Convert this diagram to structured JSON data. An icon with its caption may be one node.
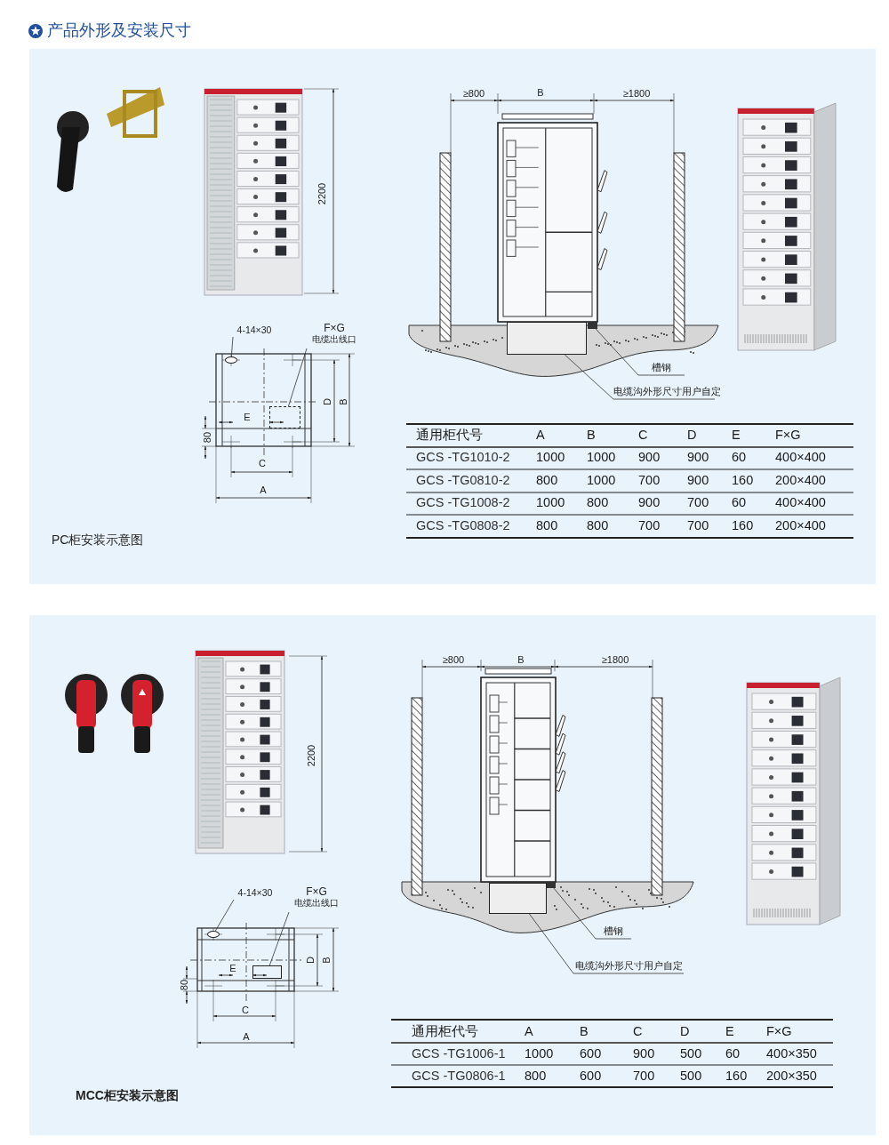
{
  "diagram": {
    "title": "产品外形及安装尺寸",
    "nodes": [
      {
        "text": [
          "4-14×30"
        ]
      },
      {
        "text": [],
        "shape": "circle"
      },
      {
        "text": [
          "F×G",
          "电缆出线口"
        ]
      },
      {
        "text": [],
        "shape": "box"
      },
      {
        "text": [
          "槽钢"
        ]
      },
      {
        "text": [],
        "shape": "bar"
      },
      {
        "text": [
          "电缆沟外形尺寸用户自定"
        ]
      },
      {
        "text": [],
        "shape": "box"
      },
      {
        "text": [
          "4-14×30"
        ]
      },
      {
        "text": [],
        "shape": "circle"
      },
      {
        "text": [
          "F×G",
          "电缆出线口"
        ]
      },
      {
        "text": [],
        "shape": "box"
      },
      {
        "text": [
          "槽钢"
        ]
      },
      {
        "text": [],
        "shape": "bar"
      },
      {
        "text": [
          "电缆沟外形尺寸用户自定"
        ]
      },
      {
        "text": [],
        "shape": "box"
      }
    ],
    "edges": [
      {
        "from": 0,
        "to": 1,
        "arrow": "none"
      },
      {
        "from": 2,
        "to": 3,
        "arrow": "none"
      },
      {
        "from": 4,
        "to": 5,
        "arrow": "none"
      },
      {
        "from": 6,
        "to": 7,
        "arrow": "none"
      },
      {
        "from": 8,
        "to": 9,
        "arrow": "none"
      },
      {
        "from": 10,
        "to": 11,
        "arrow": "none"
      },
      {
        "from": 12,
        "to": 13,
        "arrow": "none"
      },
      {
        "from": 14,
        "to": 15,
        "arrow": "none"
      }
    ],
    "labels": [
      "2200",
      "≥800",
      "B",
      "≥1800",
      "D",
      "B",
      "E",
      "80",
      "C",
      "A",
      "通用柜代号",
      "A",
      "B",
      "C",
      "D",
      "E",
      "F×G",
      "GCS -TG1010-2",
      "1000",
      "1000",
      "900",
      "900",
      "60",
      "400×400",
      "GCS -TG0810-2",
      "800",
      "1000",
      "700",
      "900",
      "160",
      "200×400",
      "GCS -TG1008-2",
      "1000",
      "800",
      "900",
      "700",
      "60",
      "400×400",
      "GCS -TG0808-2",
      "800",
      "800",
      "700",
      "700",
      "160",
      "200×400",
      "PC柜安装示意图",
      "2200",
      "≥800",
      "B",
      "≥1800",
      "D",
      "B",
      "E",
      "80",
      "C",
      "A",
      "通用柜代号",
      "A",
      "B",
      "C",
      "D",
      "E",
      "F×G",
      "GCS -TG1006-1",
      "1000",
      "600",
      "900",
      "500",
      "60",
      "400×350",
      "GCS -TG0806-1",
      "800",
      "600",
      "700",
      "500",
      "160",
      "200×350",
      "MCC柜安装示意图"
    ]
  }
}
